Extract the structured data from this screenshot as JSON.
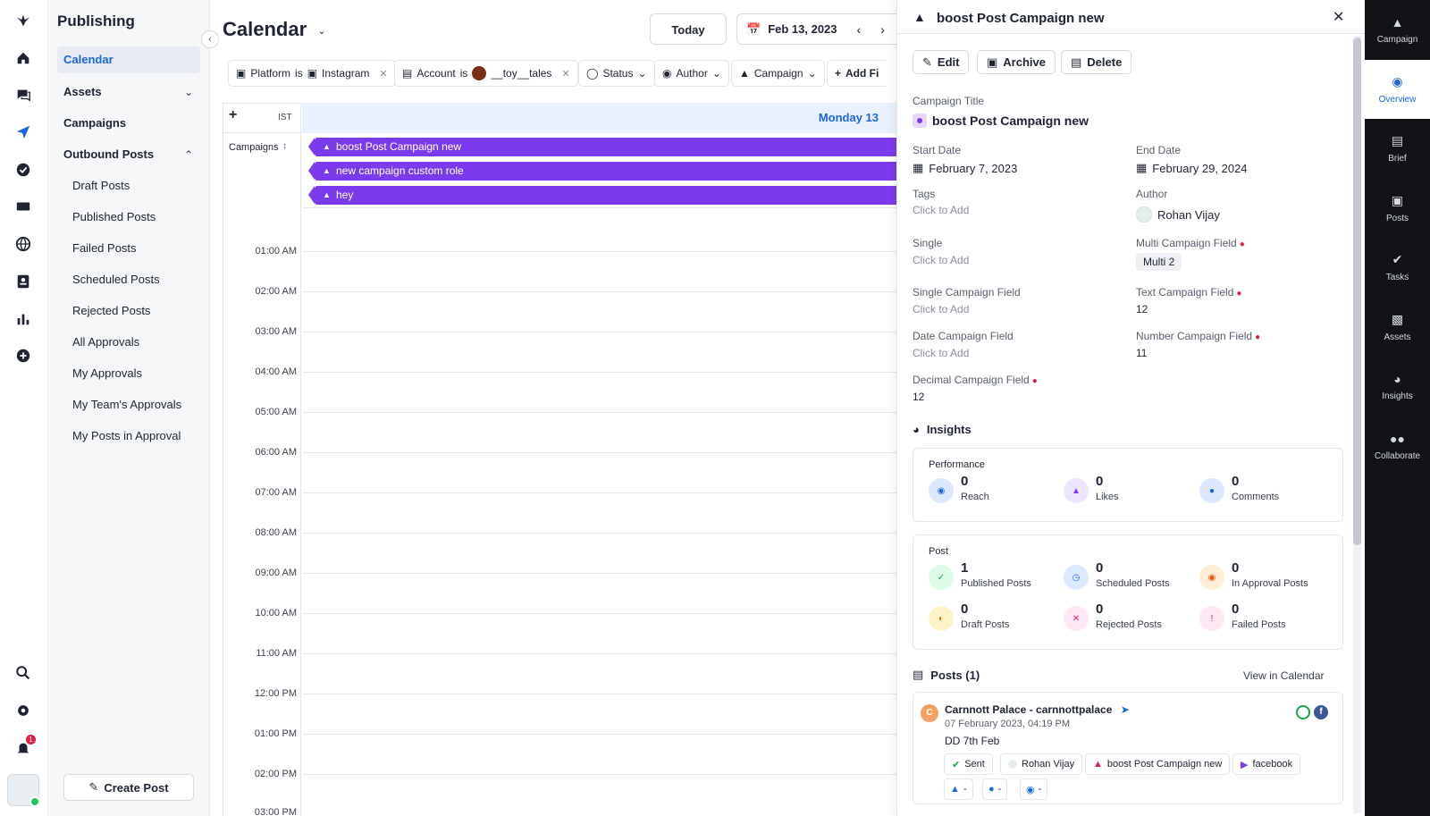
{
  "sidebar": {
    "title": "Publishing",
    "items": [
      {
        "label": "Calendar"
      },
      {
        "label": "Assets"
      },
      {
        "label": "Campaigns"
      },
      {
        "label": "Outbound Posts"
      }
    ],
    "sub_items": [
      "Draft Posts",
      "Published Posts",
      "Failed Posts",
      "Scheduled Posts",
      "Rejected Posts",
      "All Approvals",
      "My Approvals",
      "My Team's Approvals",
      "My Posts in Approval"
    ],
    "create_post": "Create Post"
  },
  "calendar": {
    "title": "Calendar",
    "today": "Today",
    "date": "Feb 13, 2023",
    "filters": {
      "platform_label": "Platform",
      "is": "is",
      "platform_value": "Instagram",
      "account_label": "Account",
      "account_value": "__toy__tales",
      "status": "Status",
      "author": "Author",
      "campaign": "Campaign",
      "add_filter": "Add Fi"
    },
    "tz": "IST",
    "day": "Monday 13",
    "campaigns_label": "Campaigns",
    "campaign_bars": [
      "boost Post Campaign new",
      "new campaign custom role",
      "hey"
    ],
    "hours": [
      "01:00 AM",
      "02:00 AM",
      "03:00 AM",
      "04:00 AM",
      "05:00 AM",
      "06:00 AM",
      "07:00 AM",
      "08:00 AM",
      "09:00 AM",
      "10:00 AM",
      "11:00 AM",
      "12:00 PM",
      "01:00 PM",
      "02:00 PM",
      "03:00 PM"
    ]
  },
  "panel": {
    "title": "boost Post Campaign new",
    "edit": "Edit",
    "archive": "Archive",
    "delete": "Delete",
    "campaign_title_label": "Campaign Title",
    "campaign_title": "boost Post Campaign new",
    "start_label": "Start Date",
    "start": "February 7, 2023",
    "end_label": "End Date",
    "end": "February 29, 2024",
    "tags_label": "Tags",
    "tags_value": "Click to Add",
    "author_label": "Author",
    "author": "Rohan Vijay",
    "single_label": "Single",
    "single_value": "Click to Add",
    "multi_label": "Multi Campaign Field",
    "multi_value": "Multi 2",
    "single_campaign_label": "Single Campaign Field",
    "single_campaign_value": "Click to Add",
    "text_campaign_label": "Text Campaign Field",
    "text_campaign_value": "12",
    "date_campaign_label": "Date Campaign Field",
    "date_campaign_value": "Click to Add",
    "number_campaign_label": "Number Campaign Field",
    "number_campaign_value": "11",
    "decimal_label": "Decimal Campaign Field",
    "decimal_value": "12",
    "insights": "Insights",
    "performance": "Performance",
    "perf_stats": [
      {
        "num": "0",
        "label": "Reach"
      },
      {
        "num": "0",
        "label": "Likes"
      },
      {
        "num": "0",
        "label": "Comments"
      }
    ],
    "post_label": "Post",
    "post_stats": [
      {
        "num": "1",
        "label": "Published Posts"
      },
      {
        "num": "0",
        "label": "Scheduled Posts"
      },
      {
        "num": "0",
        "label": "In Approval Posts"
      },
      {
        "num": "0",
        "label": "Draft Posts"
      },
      {
        "num": "0",
        "label": "Rejected Posts"
      },
      {
        "num": "0",
        "label": "Failed Posts"
      }
    ],
    "posts_header": "Posts (1)",
    "view_in_calendar": "View in Calendar",
    "post": {
      "avatar": "C",
      "account": "Carnnott Palace - carnnottpalace",
      "time": "07 February 2023, 04:19 PM",
      "text": "DD 7th Feb",
      "status": "Sent",
      "author": "Rohan Vijay",
      "campaign": "boost Post Campaign new",
      "channel": "facebook",
      "dash": "-"
    }
  },
  "right_rail": [
    {
      "label": "Campaign"
    },
    {
      "label": "Overview"
    },
    {
      "label": "Brief"
    },
    {
      "label": "Posts"
    },
    {
      "label": "Tasks"
    },
    {
      "label": "Assets"
    },
    {
      "label": "Insights"
    },
    {
      "label": "Collaborate"
    }
  ],
  "notifications_count": "1",
  "colors": {
    "accent": "#1a66e0",
    "campaign": "#7c3aed",
    "dark_rail": "#111317"
  }
}
